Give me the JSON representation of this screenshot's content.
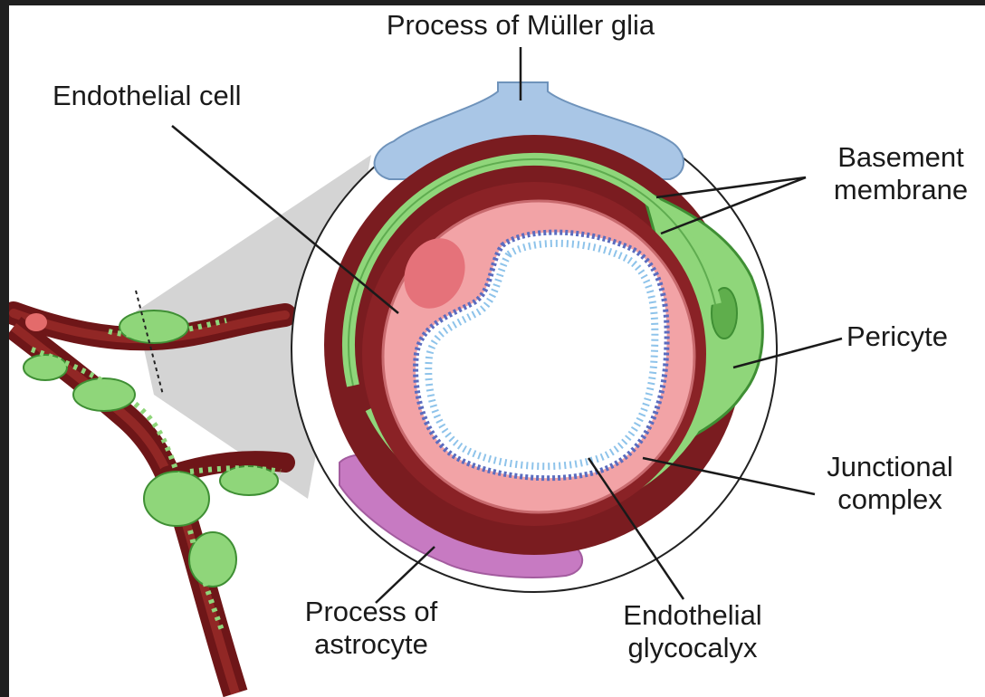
{
  "labels": {
    "muller": "Process of Müller glia",
    "endothelial_cell": "Endothelial cell",
    "basement_line1": "Basement",
    "basement_line2": "membrane",
    "pericyte": "Pericyte",
    "junctional_line1": "Junctional",
    "junctional_line2": "complex",
    "astrocyte_line1": "Process of",
    "astrocyte_line2": "astrocyte",
    "glycocalyx_line1": "Endothelial",
    "glycocalyx_line2": "glycocalyx"
  },
  "colors": {
    "basement_membrane": "#7a1c20",
    "pericyte": "#8fd67a",
    "endothelium": "#f2a3a6",
    "muller_glia": "#a9c6e6",
    "astrocyte": "#c77ac2",
    "glycocalyx": "#5b6cbf",
    "vessel": "#7c1a1c"
  }
}
